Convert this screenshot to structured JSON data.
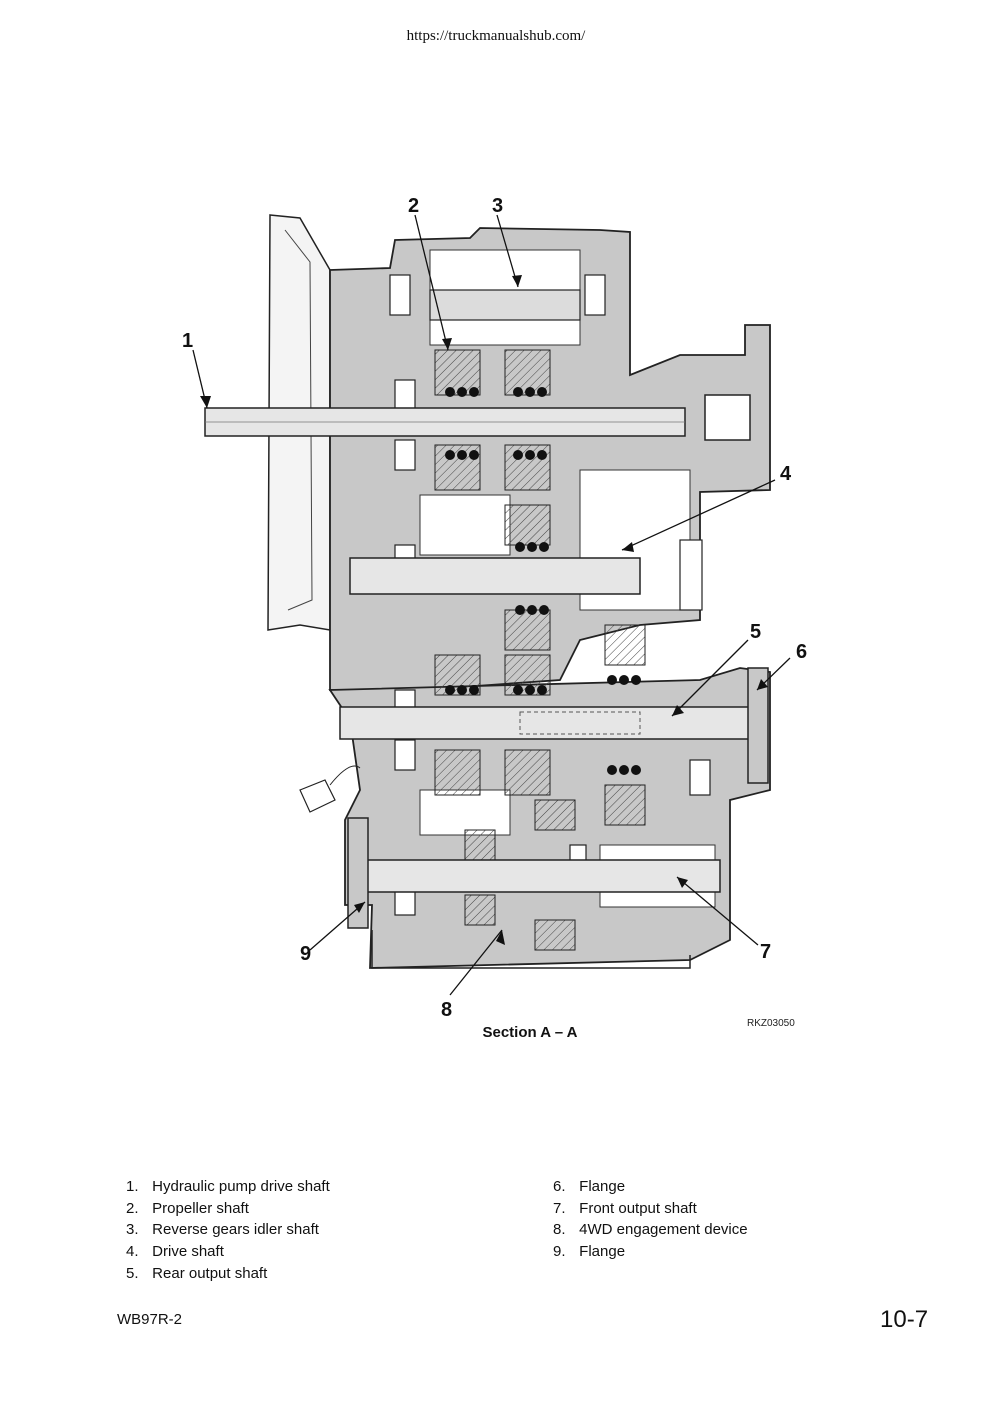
{
  "header": {
    "url": "https://truckmanualshub.com/"
  },
  "figure": {
    "callouts": [
      "1",
      "2",
      "3",
      "4",
      "5",
      "6",
      "7",
      "8",
      "9"
    ],
    "caption": "Section A – A",
    "code": "RKZ03050"
  },
  "legend": {
    "left": [
      {
        "num": "1.",
        "text": "Hydraulic pump drive shaft"
      },
      {
        "num": "2.",
        "text": "Propeller shaft"
      },
      {
        "num": "3.",
        "text": "Reverse gears idler shaft"
      },
      {
        "num": "4.",
        "text": "Drive shaft"
      },
      {
        "num": "5.",
        "text": "Rear output shaft"
      }
    ],
    "right": [
      {
        "num": "6.",
        "text": "Flange"
      },
      {
        "num": "7.",
        "text": "Front output shaft"
      },
      {
        "num": "8.",
        "text": "4WD engagement device"
      },
      {
        "num": "9.",
        "text": "Flange"
      }
    ]
  },
  "footer": {
    "model": "WB97R-2",
    "page": "10-7"
  }
}
